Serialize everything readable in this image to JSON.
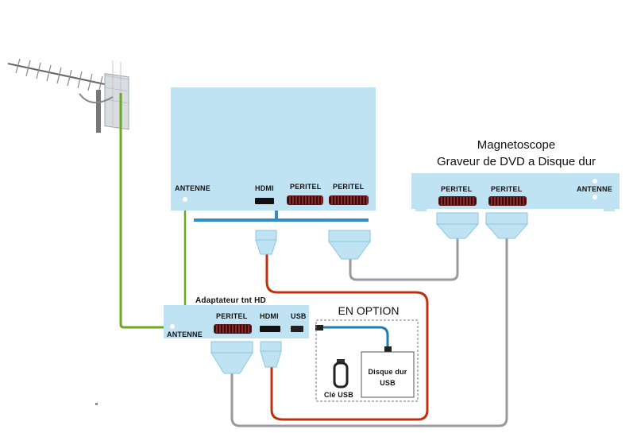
{
  "tv": {
    "antenne": "ANTENNE",
    "hdmi": "HDMI",
    "peritel_1": "PERITEL",
    "peritel_2": "PERITEL"
  },
  "recorder": {
    "title_line1": "Magnetoscope",
    "title_line2": "Graveur de DVD a Disque dur",
    "peritel_1": "PERITEL",
    "peritel_2": "PERITEL",
    "antenne": "ANTENNE"
  },
  "adapter": {
    "title": "Adaptateur tnt  HD",
    "peritel": "PERITEL",
    "hdmi": "HDMI",
    "usb": "USB",
    "antenne": "ANTENNE"
  },
  "option": {
    "title": "EN OPTION",
    "usb_key": "Clé USB",
    "hdd_line1": "Disque dur",
    "hdd_line2": "USB"
  },
  "colors": {
    "device": "#bfe3f3",
    "antenna_cable": "#6aaa1e",
    "hdmi_cable": "#c0300f",
    "peritel_cable": "#9a9a9a",
    "usb_cable": "#1c7fb2"
  }
}
